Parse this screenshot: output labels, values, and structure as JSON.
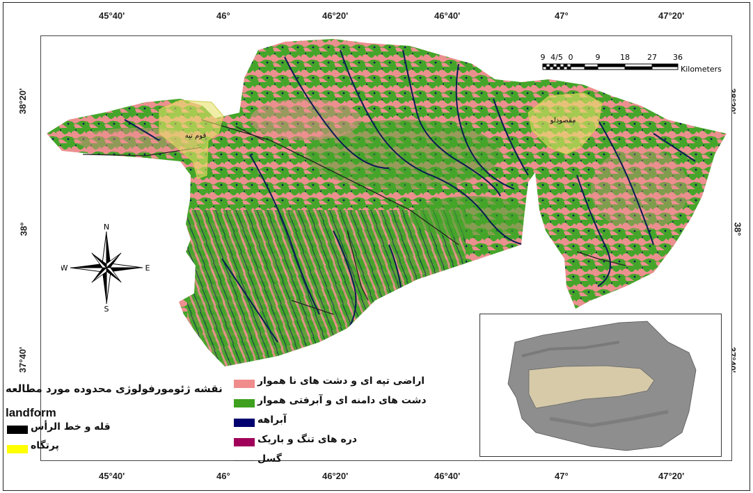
{
  "axes": {
    "top_ticks": [
      "45°40'",
      "46°",
      "46°20'",
      "46°40'",
      "47°",
      "47°20'"
    ],
    "bottom_ticks": [
      "45°40'",
      "46°",
      "46°20'",
      "46°40'",
      "47°",
      "47°20'"
    ],
    "left_ticks": [
      "38°20'",
      "38°",
      "37°40'"
    ],
    "right_ticks": [
      "38°20'",
      "38°",
      "37°40'"
    ]
  },
  "scale_bar": {
    "labels": [
      "9",
      "4/5",
      "0",
      "9",
      "18",
      "27",
      "36"
    ],
    "unit": "Kilometers"
  },
  "compass": {
    "n": "N",
    "s": "S",
    "e": "E",
    "w": "W"
  },
  "places": {
    "left": "قوم تپه",
    "right": "مقصودلو"
  },
  "legend": {
    "title": "نقشه ژئومورفولوژی محدوده مورد مطالعه",
    "heading": "landform",
    "items_left": [
      {
        "label": "قله و خط الرأس",
        "color": "#000000"
      },
      {
        "label": "پرتگاه",
        "color": "#ffff00"
      }
    ],
    "items_right": [
      {
        "label": "اراضی تپه ای و دشت های نا هموار",
        "color": "#f08c8c"
      },
      {
        "label": "دشت های دامنه ای و آبرفتی هموار",
        "color": "#3ea01e"
      },
      {
        "label": "آبراهه",
        "color": "#00006e"
      },
      {
        "label": "دره های تنگ و باریک",
        "color": "#a0005a"
      },
      {
        "label": "گسل",
        "color": "#333333"
      }
    ]
  },
  "colors": {
    "pink": "#ec8f8f",
    "green": "#45a52a",
    "drain": "#0b1a55",
    "scarp": "#e6e36a"
  }
}
